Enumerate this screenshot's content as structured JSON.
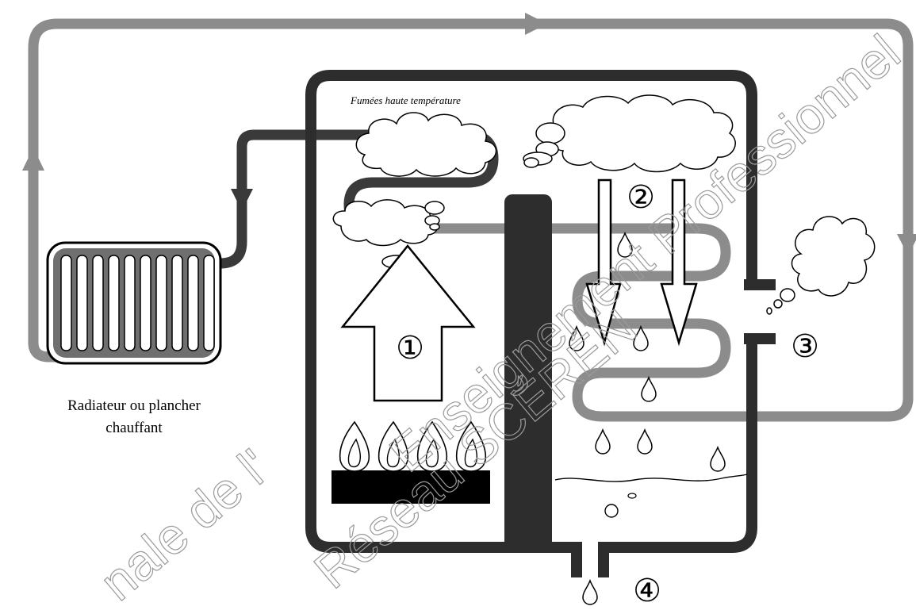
{
  "labels": {
    "fumes": "Fumées haute température",
    "radiator_line1": "Radiateur ou plancher",
    "radiator_line2": "chauffant",
    "step1": "①",
    "step2": "②",
    "step3": "③",
    "step4": "④"
  },
  "watermark": {
    "line1": "Réseau SCÉRÉN",
    "line2": "Enseignement Professionnel",
    "line3": "nale de l'"
  },
  "colors": {
    "return_pipe": "#8c8c8c",
    "hot_pipe": "#3a3a3a",
    "boiler_wall": "#2d2d2d",
    "burner": "#000000"
  }
}
